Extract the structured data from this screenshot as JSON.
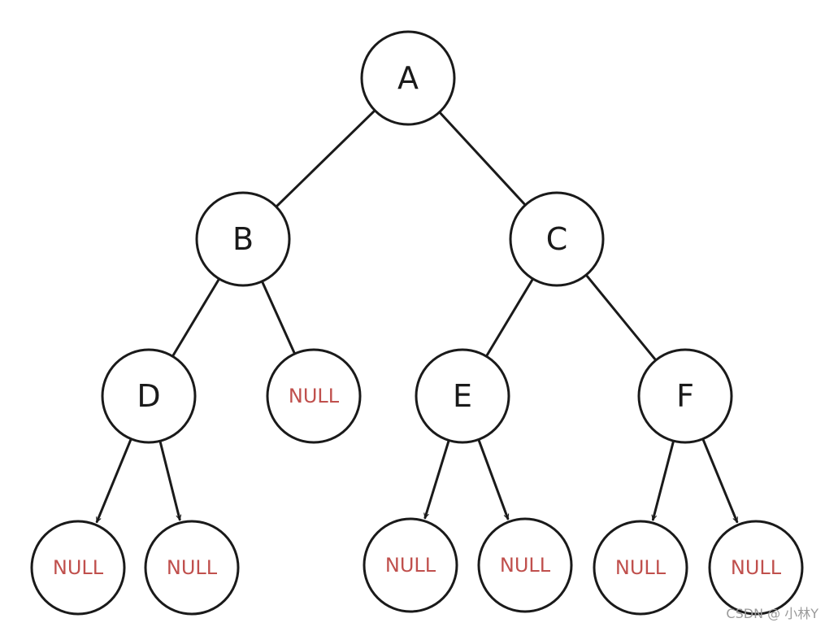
{
  "diagram": {
    "nodes": [
      {
        "id": "A",
        "label": "A",
        "kind": "value"
      },
      {
        "id": "B",
        "label": "B",
        "kind": "value"
      },
      {
        "id": "C",
        "label": "C",
        "kind": "value"
      },
      {
        "id": "D",
        "label": "D",
        "kind": "value"
      },
      {
        "id": "B_R",
        "label": "NULL",
        "kind": "null"
      },
      {
        "id": "E",
        "label": "E",
        "kind": "value"
      },
      {
        "id": "F",
        "label": "F",
        "kind": "value"
      },
      {
        "id": "D_L",
        "label": "NULL",
        "kind": "null"
      },
      {
        "id": "D_R",
        "label": "NULL",
        "kind": "null"
      },
      {
        "id": "E_L",
        "label": "NULL",
        "kind": "null"
      },
      {
        "id": "E_R",
        "label": "NULL",
        "kind": "null"
      },
      {
        "id": "F_L",
        "label": "NULL",
        "kind": "null"
      },
      {
        "id": "F_R",
        "label": "NULL",
        "kind": "null"
      }
    ],
    "edges": [
      {
        "from": "A",
        "to": "B",
        "arrow": false
      },
      {
        "from": "A",
        "to": "C",
        "arrow": false
      },
      {
        "from": "B",
        "to": "D",
        "arrow": false
      },
      {
        "from": "B",
        "to": "B_R",
        "arrow": false
      },
      {
        "from": "C",
        "to": "E",
        "arrow": false
      },
      {
        "from": "C",
        "to": "F",
        "arrow": false
      },
      {
        "from": "D",
        "to": "D_L",
        "arrow": true
      },
      {
        "from": "D",
        "to": "D_R",
        "arrow": true
      },
      {
        "from": "E",
        "to": "E_L",
        "arrow": true
      },
      {
        "from": "E",
        "to": "E_R",
        "arrow": true
      },
      {
        "from": "F",
        "to": "F_L",
        "arrow": true
      },
      {
        "from": "F",
        "to": "F_R",
        "arrow": true
      }
    ]
  },
  "colors": {
    "stroke": "#1a1a1a",
    "null_text": "#c0504d",
    "node_text": "#1a1a1a"
  },
  "watermark": "CSDN @ 小林Y"
}
